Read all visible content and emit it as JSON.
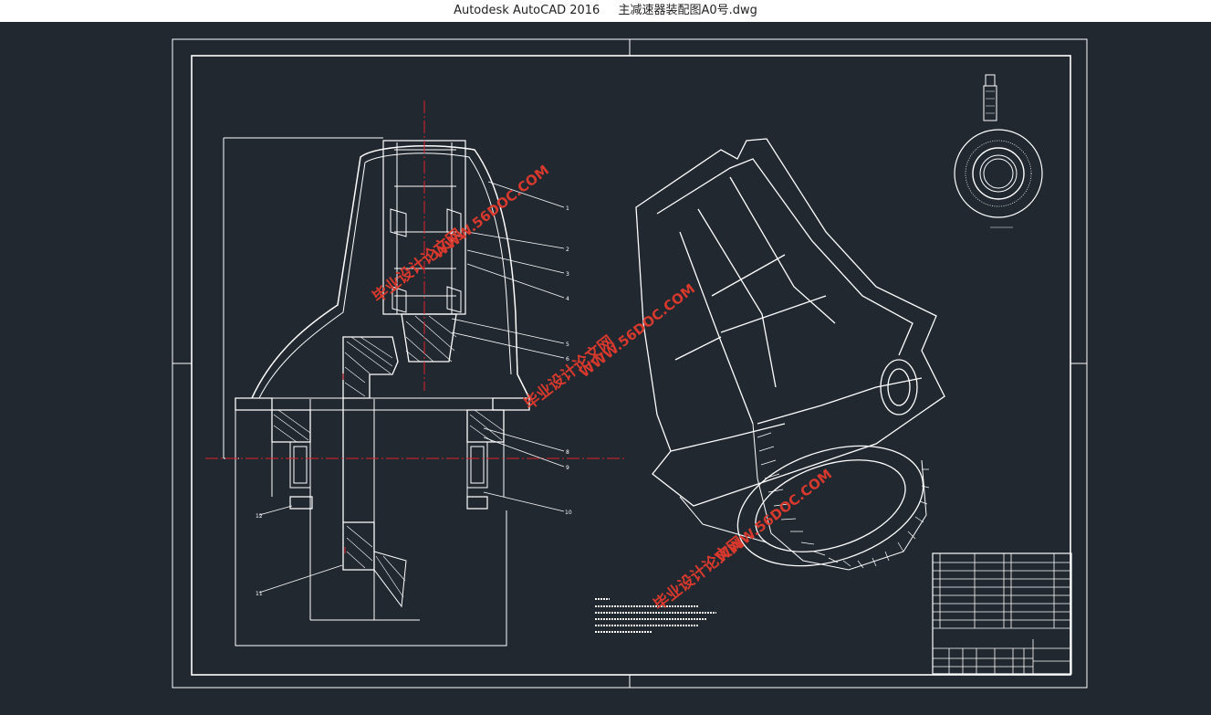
{
  "window": {
    "app_name": "Autodesk AutoCAD 2016",
    "file_name": "主减速器装配图A0号.dwg"
  },
  "colors": {
    "background": "#212830",
    "line": "#ffffff",
    "centerline": "#e0202a",
    "watermark": "#e23a2e"
  },
  "drawing": {
    "balloons": [
      "1",
      "2",
      "3",
      "4",
      "5",
      "6",
      "8",
      "9",
      "10",
      "12",
      "11"
    ],
    "watermark_cn": "毕业设计论文网",
    "watermark_url": "WWW.56DOC.COM"
  }
}
